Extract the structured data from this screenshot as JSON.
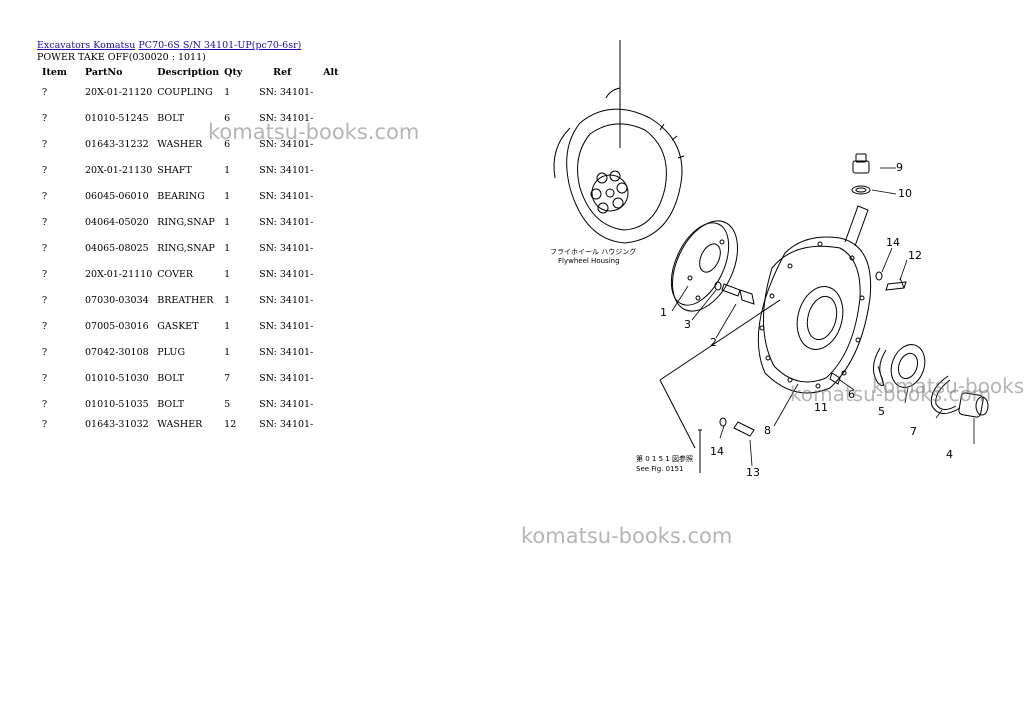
{
  "breadcrumb": {
    "link1": "Excavators Komatsu",
    "link2": "PC70-6S S/N  34101-UP(pc70-6sr)"
  },
  "section_title": "POWER TAKE OFF(030020 : 1011)",
  "table": {
    "headers": [
      "Item",
      "PartNo",
      "Description",
      "Qty",
      "Ref",
      "Alt"
    ],
    "rows": [
      {
        "item": "?",
        "part": "20X-01-21120",
        "desc": "COUPLING",
        "qty": "1",
        "ref": "SN: 34101-",
        "alt": ""
      },
      {
        "item": "?",
        "part": "01010-51245",
        "desc": "BOLT",
        "qty": "6",
        "ref": "SN: 34101-",
        "alt": ""
      },
      {
        "item": "?",
        "part": "01643-31232",
        "desc": "WASHER",
        "qty": "6",
        "ref": "SN: 34101-",
        "alt": ""
      },
      {
        "item": "?",
        "part": "20X-01-21130",
        "desc": "SHAFT",
        "qty": "1",
        "ref": "SN: 34101-",
        "alt": ""
      },
      {
        "item": "?",
        "part": "06045-06010",
        "desc": "BEARING",
        "qty": "1",
        "ref": "SN: 34101-",
        "alt": ""
      },
      {
        "item": "?",
        "part": "04064-05020",
        "desc": "RING,SNAP",
        "qty": "1",
        "ref": "SN: 34101-",
        "alt": ""
      },
      {
        "item": "?",
        "part": "04065-08025",
        "desc": "RING,SNAP",
        "qty": "1",
        "ref": "SN: 34101-",
        "alt": ""
      },
      {
        "item": "?",
        "part": "20X-01-21110",
        "desc": "COVER",
        "qty": "1",
        "ref": "SN: 34101-",
        "alt": ""
      },
      {
        "item": "?",
        "part": "07030-03034",
        "desc": "BREATHER",
        "qty": "1",
        "ref": "SN: 34101-",
        "alt": ""
      },
      {
        "item": "?",
        "part": "07005-03016",
        "desc": "GASKET",
        "qty": "1",
        "ref": "SN: 34101-",
        "alt": ""
      },
      {
        "item": "?",
        "part": "07042-30108",
        "desc": "PLUG",
        "qty": "1",
        "ref": "SN: 34101-",
        "alt": ""
      },
      {
        "item": "?",
        "part": "01010-51030",
        "desc": "BOLT",
        "qty": "7",
        "ref": "SN: 34101-",
        "alt": ""
      },
      {
        "item": "?",
        "part": "01010-51035",
        "desc": "BOLT",
        "qty": "5",
        "ref": "SN: 34101-",
        "alt": ""
      },
      {
        "item": "?",
        "part": "01643-31032",
        "desc": "WASHER",
        "qty": "12",
        "ref": "SN: 34101-",
        "alt": ""
      }
    ]
  },
  "watermark_text": "komatsu-books.com",
  "diagram": {
    "flywheel_label_jp": "フライホイール ハウジング",
    "flywheel_label_en": "Flywheel Housing",
    "see_fig_jp": "第 0 1 5 1 図参照",
    "see_fig_en": "See Fig. 0151",
    "callouts": [
      "1",
      "2",
      "3",
      "4",
      "5",
      "6",
      "7",
      "8",
      "9",
      "10",
      "11",
      "12",
      "13",
      "14",
      "14"
    ]
  }
}
